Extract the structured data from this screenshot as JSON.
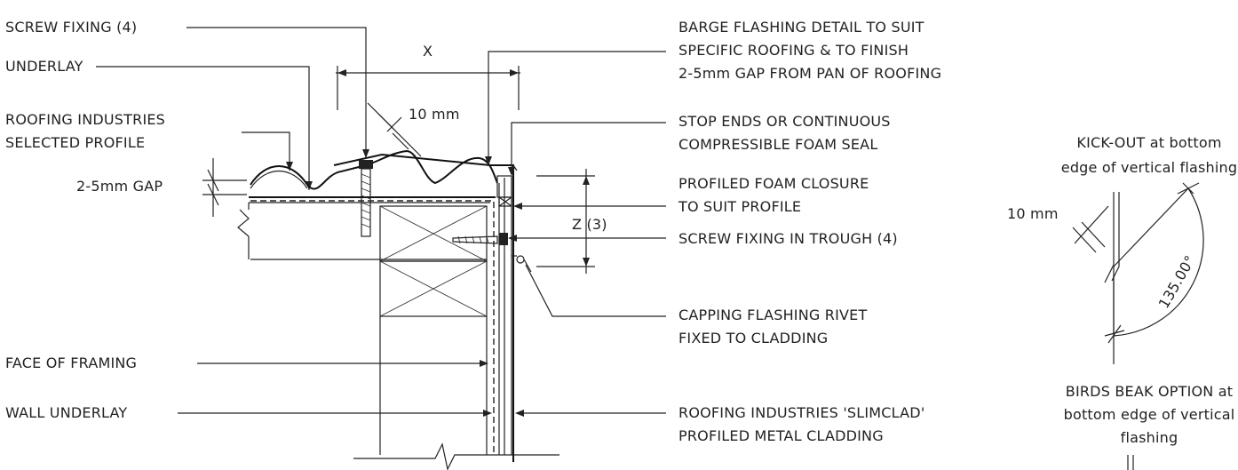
{
  "labels": {
    "screw_fixing": "SCREW FIXING (4)",
    "underlay": "UNDERLAY",
    "roofing_profile_1": "ROOFING INDUSTRIES",
    "roofing_profile_2": "SELECTED PROFILE",
    "gap": "2-5mm GAP",
    "face_of_framing": "FACE OF FRAMING",
    "wall_underlay": "WALL UNDERLAY",
    "barge_1": "BARGE FLASHING DETAIL TO SUIT",
    "barge_2": "SPECIFIC ROOFING & TO FINISH",
    "barge_3": "2-5mm GAP FROM PAN OF ROOFING",
    "stop_ends_1": "STOP ENDS OR CONTINUOUS",
    "stop_ends_2": "COMPRESSIBLE FOAM SEAL",
    "foam_closure_1": "PROFILED FOAM CLOSURE",
    "foam_closure_2": "TO SUIT PROFILE",
    "screw_trough": "SCREW FIXING IN TROUGH (4)",
    "rivet_1": "CAPPING FLASHING RIVET",
    "rivet_2": "FIXED TO CLADDING",
    "cladding_1": "ROOFING INDUSTRIES 'SLIMCLAD'",
    "cladding_2": "PROFILED METAL CLADDING",
    "kickout_1": "KICK-OUT at bottom",
    "kickout_2": "edge of vertical flashing",
    "birds_1": "BIRDS BEAK OPTION at",
    "birds_2": "bottom edge of vertical",
    "birds_3": "flashing"
  },
  "dimensions": {
    "x": "X",
    "ten_mm_main": "10 mm",
    "z": "Z (3)",
    "ten_mm_kickout": "10 mm",
    "angle": "135.00°"
  }
}
